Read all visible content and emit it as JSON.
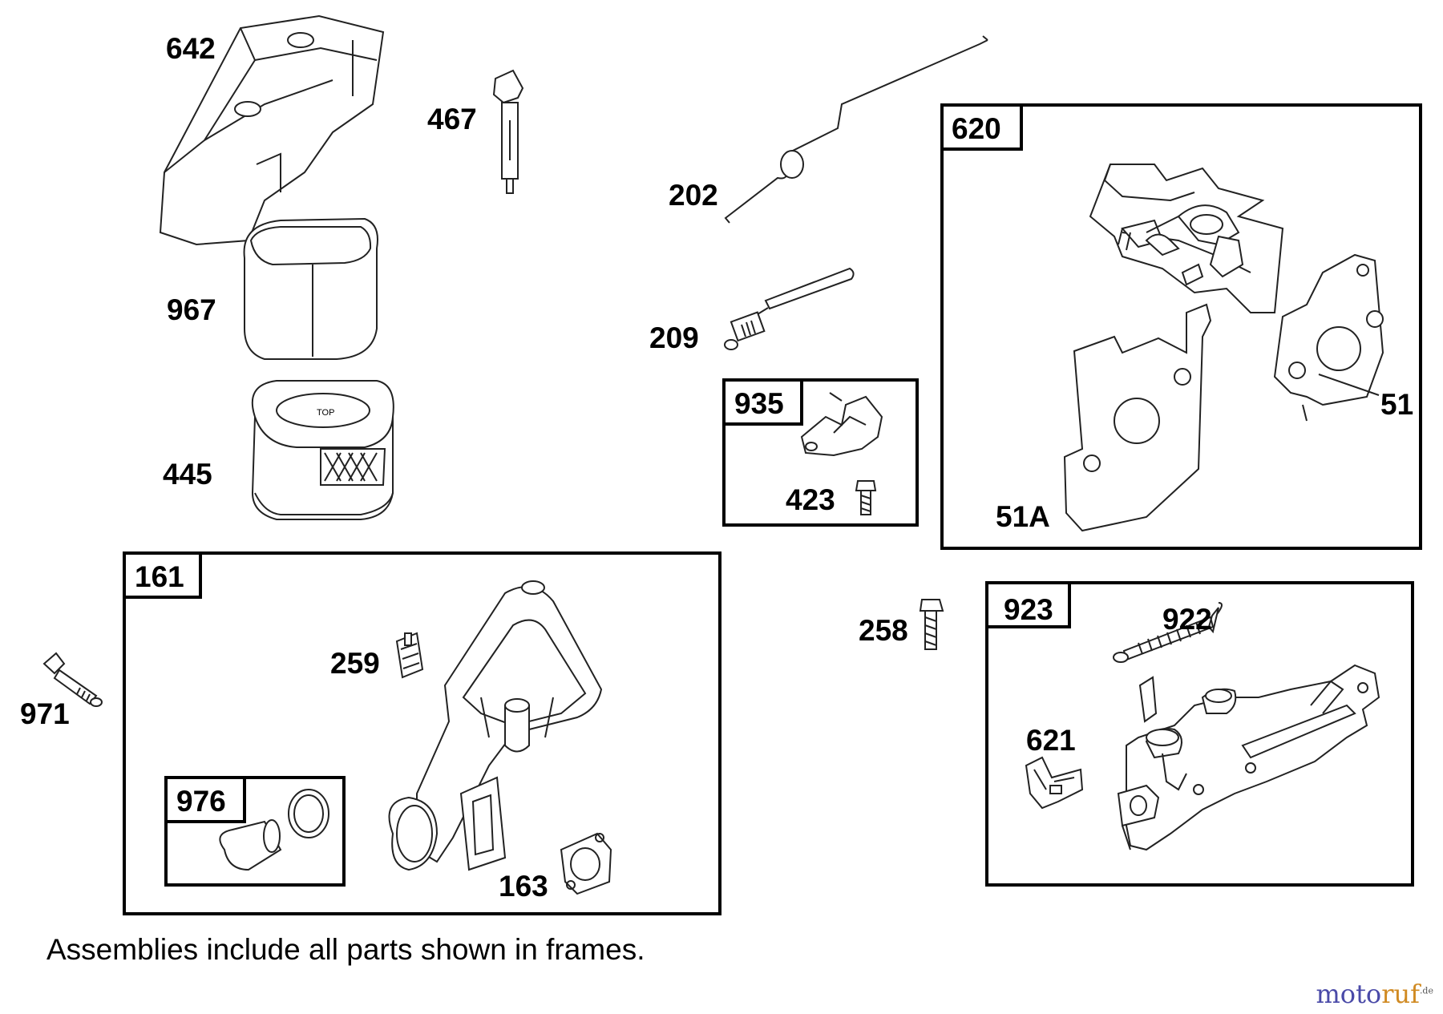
{
  "labels": {
    "p642": "642",
    "p467": "467",
    "p202": "202",
    "p620": "620",
    "p967": "967",
    "p209": "209",
    "p935": "935",
    "p51": "51",
    "p445": "445",
    "p423": "423",
    "p51a": "51A",
    "p161": "161",
    "p258": "258",
    "p923": "923",
    "p922": "922",
    "p259": "259",
    "p971": "971",
    "p621": "621",
    "p976": "976",
    "p163": "163"
  },
  "note": "Assemblies include all parts shown in frames.",
  "filter_text": "TOP",
  "watermark": {
    "brand_a": "moto",
    "brand_b": "ruf",
    "tld": ".de"
  }
}
